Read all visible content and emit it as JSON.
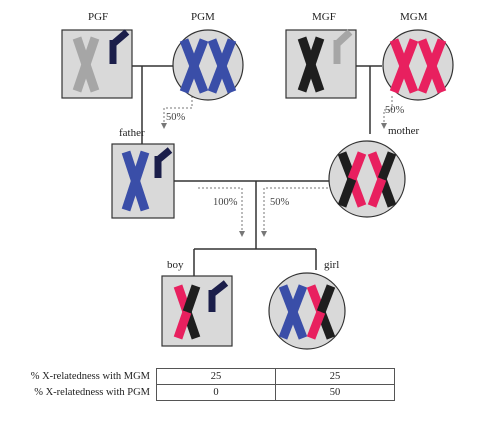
{
  "colors": {
    "grey": "#a6a6a6",
    "blue": "#3a4ea8",
    "navy": "#1b1e4a",
    "black": "#1e1e1e",
    "pink": "#e8205f",
    "node_fill": "#d9d9d9",
    "line": "#333333",
    "arrow": "#777777"
  },
  "individuals": {
    "pgf": {
      "label": "PGF",
      "shape": "square"
    },
    "pgm": {
      "label": "PGM",
      "shape": "circle"
    },
    "mgf": {
      "label": "MGF",
      "shape": "square"
    },
    "mgm": {
      "label": "MGM",
      "shape": "circle"
    },
    "father": {
      "label": "father",
      "shape": "square"
    },
    "mother": {
      "label": "mother",
      "shape": "circle"
    },
    "boy": {
      "label": "boy",
      "shape": "square"
    },
    "girl": {
      "label": "girl",
      "shape": "circle"
    }
  },
  "inheritance": {
    "pgm_to_father": "50%",
    "mgm_to_mother": "50%",
    "father_to_girl": "100%",
    "mother_to_children": "50%"
  },
  "table": {
    "rows": [
      {
        "label": "% X-relatedness with MGM",
        "boy": "25",
        "girl": "25"
      },
      {
        "label": "% X-relatedness with PGM",
        "boy": "0",
        "girl": "50"
      }
    ]
  }
}
